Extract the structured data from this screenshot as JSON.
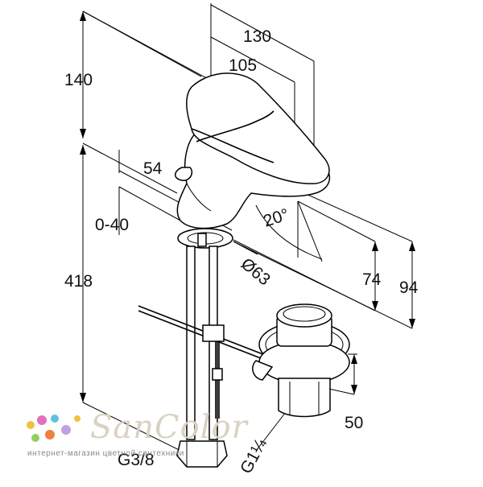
{
  "dimensions": {
    "d130": "130",
    "d105": "105",
    "d140": "140",
    "d54": "54",
    "d0_40": "0-40",
    "d418": "418",
    "d20deg": "20°",
    "d63": "Ø63",
    "d74": "74",
    "d94": "94",
    "d50": "50",
    "g38": "G3/8",
    "g114": "G1¼"
  },
  "watermark": {
    "brand": "SanColor",
    "tagline": "интернет-магазин цветной сантехники"
  },
  "colors": {
    "lines": "#000000",
    "watermark": "#d9d2c2",
    "dot_colors": [
      "#f0c040",
      "#e070c0",
      "#60c0e0",
      "#90d060",
      "#f08040",
      "#c0a0e0"
    ]
  }
}
